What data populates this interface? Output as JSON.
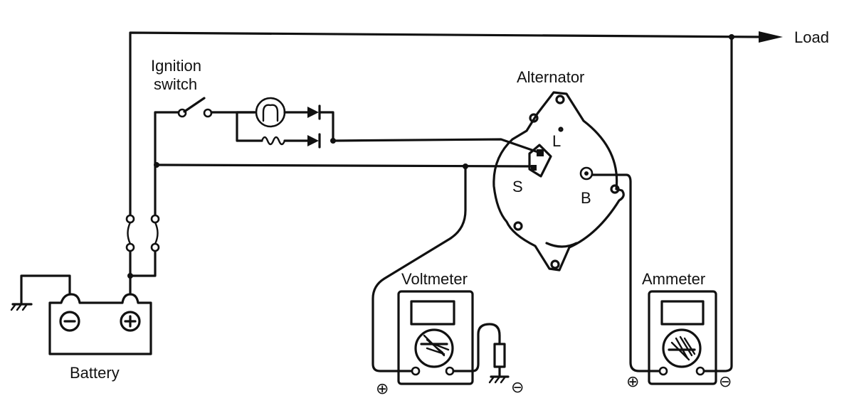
{
  "labels": {
    "load": "Load",
    "ignition_line1": "Ignition",
    "ignition_line2": "switch",
    "alternator": "Alternator",
    "terminal_l": "L",
    "terminal_s": "S",
    "terminal_b": "B",
    "voltmeter": "Voltmeter",
    "ammeter": "Ammeter",
    "battery": "Battery",
    "battery_neg": "−",
    "battery_pos": "+",
    "volt_pos": "⊕",
    "volt_neg": "⊖",
    "amm_pos": "⊕",
    "amm_neg": "⊖"
  }
}
